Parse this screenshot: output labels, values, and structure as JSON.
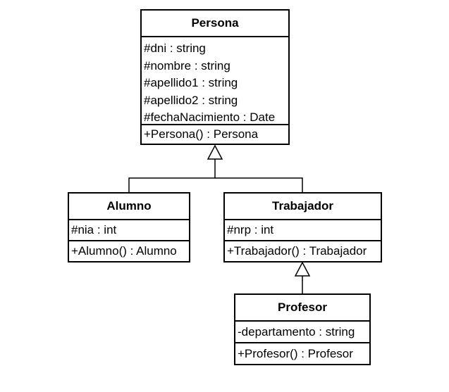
{
  "classes": {
    "persona": {
      "name": "Persona",
      "attributes": [
        "#dni : string",
        "#nombre : string",
        "#apellido1 : string",
        "#apellido2 : string",
        "#fechaNacimiento : Date"
      ],
      "operations": [
        "+Persona() : Persona"
      ]
    },
    "alumno": {
      "name": "Alumno",
      "attributes": [
        "#nia : int"
      ],
      "operations": [
        "+Alumno() : Alumno"
      ]
    },
    "trabajador": {
      "name": "Trabajador",
      "attributes": [
        "#nrp : int"
      ],
      "operations": [
        "+Trabajador() : Trabajador"
      ]
    },
    "profesor": {
      "name": "Profesor",
      "attributes": [
        "-departamento : string"
      ],
      "operations": [
        "+Profesor() : Profesor"
      ]
    }
  },
  "relationships": [
    {
      "type": "generalization",
      "child": "Alumno",
      "parent": "Persona"
    },
    {
      "type": "generalization",
      "child": "Trabajador",
      "parent": "Persona"
    },
    {
      "type": "generalization",
      "child": "Profesor",
      "parent": "Trabajador"
    }
  ],
  "colors": {
    "line": "#000000",
    "background": "#ffffff"
  }
}
